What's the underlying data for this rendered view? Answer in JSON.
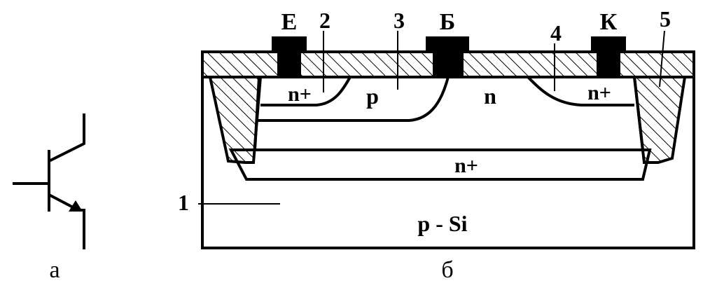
{
  "symbol": {
    "caption": "а"
  },
  "structure": {
    "caption": "б",
    "terminals": {
      "emitter": "Е",
      "base": "Б",
      "collector": "К"
    },
    "callouts": {
      "substrate": "1",
      "c2": "2",
      "c3": "3",
      "c4": "4",
      "c5": "5"
    },
    "regions": {
      "emitter_n_plus": "n+",
      "base_p": "p",
      "collector_n": "n",
      "contact_n_plus": "n+",
      "buried_n_plus": "n+",
      "substrate": "p - Si"
    }
  }
}
